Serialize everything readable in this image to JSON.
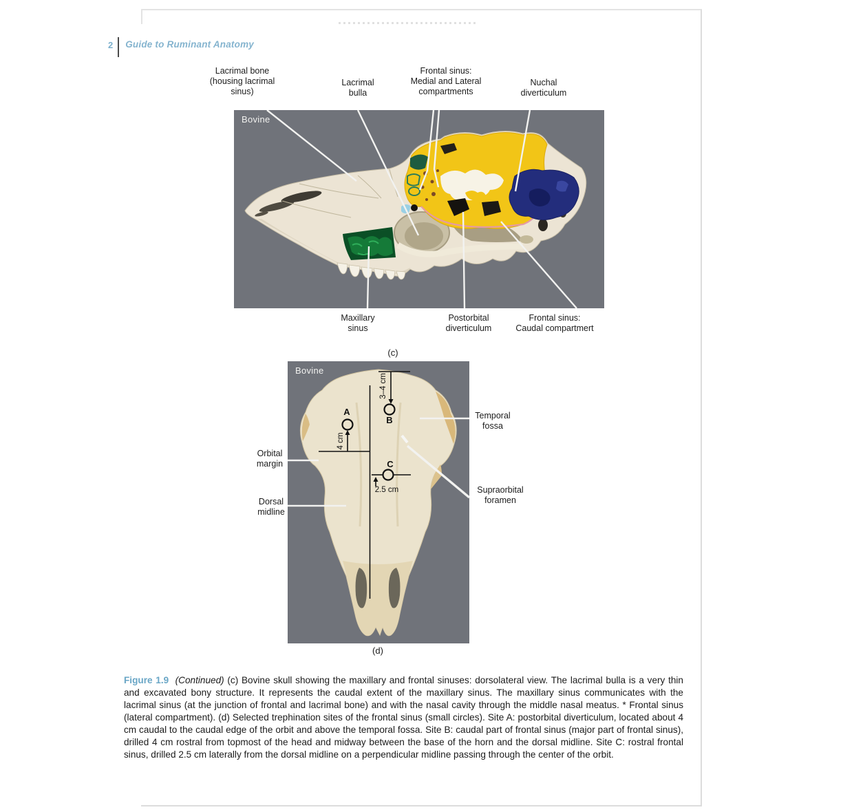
{
  "page": {
    "number": "2",
    "book_title": "Guide to Ruminant Anatomy"
  },
  "figure_c": {
    "panel_tag": "Bovine",
    "sub_label": "(c)",
    "top_labels": [
      {
        "text": "Lacrimal bone\n(housing lacrimal\nsinus)"
      },
      {
        "text": "Lacrimal\nbulla"
      },
      {
        "text": "Frontal sinus:\nMedial and Lateral\ncompartments"
      },
      {
        "text": "Nuchal\ndiverticulum"
      }
    ],
    "bottom_labels": [
      {
        "text": "Maxillary\nsinus"
      },
      {
        "text": "Postorbital\ndiverticulum"
      },
      {
        "text": "Frontal sinus:\nCaudal compartmert"
      }
    ]
  },
  "figure_d": {
    "panel_tag": "Bovine",
    "sub_label": "(d)",
    "side_labels": [
      {
        "text": "Temporal\nfossa"
      },
      {
        "text": "Supraorbital\nforamen"
      },
      {
        "text": "Orbital\nmargin"
      },
      {
        "text": "Dorsal\nmidline"
      }
    ],
    "site_letters": {
      "a": "A",
      "b": "B",
      "c": "C"
    },
    "measurements": {
      "b_dist": "3–4 cm",
      "a_dist": "4 cm",
      "c_dist": "2.5 cm"
    }
  },
  "caption": {
    "figure_label": "Figure 1.9",
    "continued": "(Continued)",
    "body": " (c) Bovine skull showing the maxillary and frontal sinuses: dorsolateral view. The lacrimal bulla is a very thin and excavated bony structure. It represents the caudal extent of the maxillary sinus. The maxillary sinus communicates with the lacrimal sinus (at the junction of frontal and lacrimal bone) and with the nasal cavity through the middle nasal meatus. * Frontal sinus (lateral compartment). (d) Selected trephination sites of the frontal sinus (small circles). Site A: postorbital diverticulum, located about 4 cm caudal to the caudal edge of the orbit and above the temporal fossa. Site B: caudal part of frontal sinus (major part of frontal sinus), drilled 4 cm rostral from topmost of the head and midway between the base of the horn and the dorsal midline. Site C: rostral frontal sinus, drilled 2.5 cm laterally from the dorsal midline on a perpendicular midline passing through the center of the orbit."
  },
  "colors": {
    "panel_bg": "#70737a",
    "bone": "#ece4d4",
    "frontal_sinus_yellow": "#f2c517",
    "maxillary_sinus_green": "#157a38",
    "caudal_compartment_navy": "#232d7c",
    "accent_blue": "#69a6c6",
    "leader_line_white": "#f2f2f0"
  }
}
